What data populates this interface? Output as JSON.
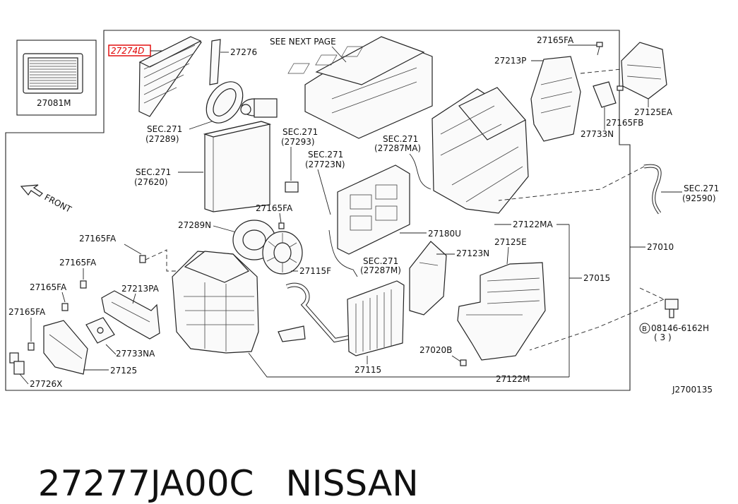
{
  "diagram_id": "J2700135",
  "footer": {
    "part_number": "27277JA00C",
    "brand": "NISSAN"
  },
  "labels": {
    "highlighted": "27274D",
    "inset_part": "27081M",
    "p27276": "27276",
    "see_next_page": "SEE NEXT PAGE",
    "p27165fa_top": "27165FA",
    "p27213p": "27213P",
    "p27125ea": "27125EA",
    "p27165fb": "27165FB",
    "p27733n": "27733N",
    "sec271_27289": "SEC.271",
    "ref_27289": "(27289)",
    "sec271_27293": "SEC.271",
    "ref_27293": "(27293)",
    "sec271_27287ma": "SEC.271",
    "ref_27287ma": "(27287MA)",
    "sec271_27620": "SEC.271",
    "ref_27620": "(27620)",
    "sec271_27723n": "SEC.271",
    "ref_27723n": "(27723N)",
    "sec271_92590": "SEC.271",
    "ref_92590": "(92590)",
    "front": "FRONT",
    "p27165fa_mid": "27165FA",
    "p27289n": "27289N",
    "p27180u": "27180U",
    "p27122ma": "27122MA",
    "p27010": "27010",
    "p27165fa_l1": "27165FA",
    "p27165fa_l2": "27165FA",
    "p27165fa_l3": "27165FA",
    "p27165fa_l4": "27165FA",
    "p27213pa": "27213PA",
    "p27115f": "27115F",
    "sec271_27287m": "SEC.271",
    "ref_27287m": "(27287M)",
    "p27123n": "27123N",
    "p27125e": "27125E",
    "p27015": "27015",
    "p27733na": "27733NA",
    "p27125": "27125",
    "p27726x": "27726X",
    "p27115": "27115",
    "p27020b": "27020B",
    "p27122m": "27122M",
    "bolt_prefix": "B",
    "bolt_number": "08146-6162H",
    "bolt_qty": "( 3 )"
  }
}
